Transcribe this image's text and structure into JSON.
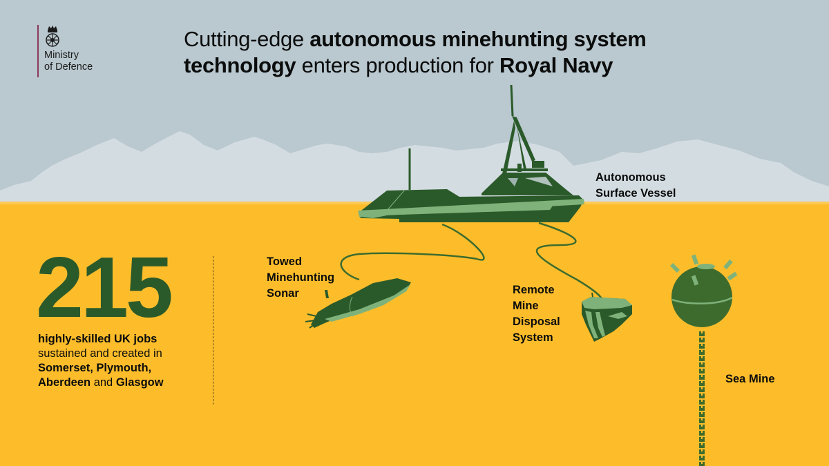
{
  "logo": {
    "icon": "royal-crest-icon",
    "line1": "Ministry",
    "line2": "of Defence"
  },
  "title": {
    "part1": "Cutting-edge ",
    "part2_bold": "autonomous minehunting system technology",
    "part3": " enters production for ",
    "part4_bold": "Royal Navy"
  },
  "stat": {
    "number": "215",
    "line1_bold": "highly-skilled UK jobs",
    "line2": "sustained and created in",
    "line3_bold": "Somerset, Plymouth,",
    "line4_bold_a": "Aberdeen",
    "line4_mid": " and ",
    "line4_bold_b": "Glasgow"
  },
  "labels": {
    "asv_1": "Autonomous",
    "asv_2": "Surface Vessel",
    "sonar_1": "Towed",
    "sonar_2": "Minehunting",
    "sonar_3": "Sonar",
    "rmds_1": "Remote",
    "rmds_2": "Mine",
    "rmds_3": "Disposal",
    "rmds_4": "System",
    "mine": "Sea Mine"
  },
  "colors": {
    "sky": "#bac8cf",
    "mountains": "#d3dce1",
    "sea": "#fdbd2b",
    "dark_green": "#2b5a2a",
    "light_green": "#7fb27a",
    "text": "#0b0c0c",
    "logo_rule": "#8a3a5a"
  }
}
